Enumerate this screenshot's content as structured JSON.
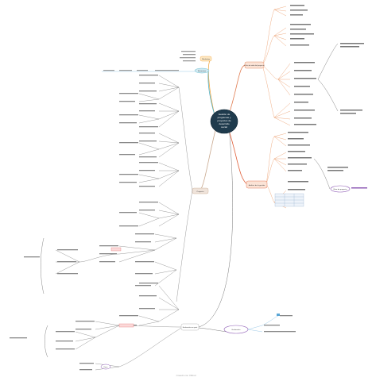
{
  "central_topic": [
    "Gestión de",
    "programas y",
    "proyectos de",
    "desarrollo",
    "social"
  ],
  "main_branches": [
    {
      "id": "b1",
      "label": "Marketing",
      "color": "#f0a742"
    },
    {
      "id": "b2",
      "label": "Estructura",
      "color": "#4fb0c6"
    },
    {
      "id": "b3",
      "label": "Análisis de la gestión",
      "color": "#e0603a"
    },
    {
      "id": "b4",
      "label": "Ciclo de vida del proyecto",
      "color": "#e07b4f"
    },
    {
      "id": "b5",
      "label": "Proyecto",
      "color": "#c9a98f"
    },
    {
      "id": "b6",
      "label": "Evaluación ex-post",
      "color": "#8a7ab8"
    }
  ],
  "highlights": [
    {
      "id": "h1",
      "label": "Ruta de proyecto"
    },
    {
      "id": "h2",
      "label": "Evaluación"
    },
    {
      "id": "h3",
      "label": "Fase"
    }
  ],
  "colors": {
    "central_fill": "#1f3b4d",
    "central_text": "#ffffff",
    "line_gray": "#9a9a9a",
    "line_orange": "#e8894f",
    "line_purple": "#8e5bb5",
    "line_blue": "#5aa6d6"
  },
  "footer": "Creado con XMind"
}
